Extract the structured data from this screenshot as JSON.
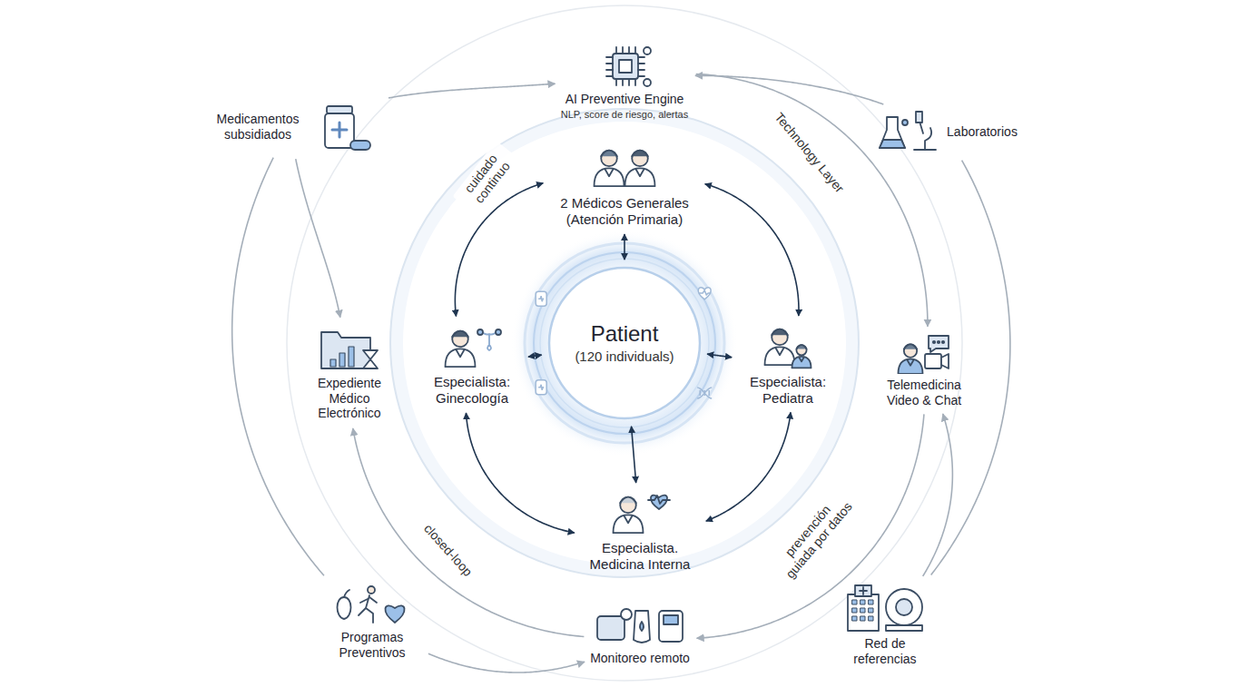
{
  "diagram": {
    "nodes": [
      {
        "text": [
          "Patient",
          "(120 individuals)"
        ]
      },
      {
        "text": [
          "2 Médicos Generales (Atención Primaria)"
        ]
      },
      {
        "text": [
          "Especialista: Ginecología"
        ]
      },
      {
        "text": [
          "Especialista: Pediatra"
        ]
      },
      {
        "text": [
          "Especialista. Medicina Interna"
        ]
      },
      {
        "text": [
          "AI Preventive Engine",
          "NLP, score de riesgo, alertas"
        ]
      },
      {
        "text": [
          "Laboratorios"
        ]
      },
      {
        "text": [
          "Telemedicina Video & Chat"
        ]
      },
      {
        "text": [
          "Red de referencias"
        ]
      },
      {
        "text": [
          "Monitoreo remoto"
        ]
      },
      {
        "text": [
          "Programas Preventivos"
        ]
      },
      {
        "text": [
          "Expediente Médico Electrónico"
        ]
      },
      {
        "text": [
          "Medicamentos subsidiados"
        ]
      }
    ],
    "edges": [
      {
        "from": 0,
        "to": 1,
        "arrow": "both"
      },
      {
        "from": 0,
        "to": 2,
        "arrow": "both"
      },
      {
        "from": 0,
        "to": 3,
        "arrow": "both"
      },
      {
        "from": 0,
        "to": 4,
        "arrow": "both"
      },
      {
        "from": 1,
        "to": 2,
        "arrow": "both"
      },
      {
        "from": 1,
        "to": 3,
        "arrow": "both"
      },
      {
        "from": 2,
        "to": 4,
        "arrow": "both"
      },
      {
        "from": 3,
        "to": 4,
        "arrow": "both"
      },
      {
        "from": 12,
        "to": 5,
        "arrow": "to"
      },
      {
        "from": 6,
        "to": 5,
        "arrow": "to"
      },
      {
        "from": 5,
        "to": 7,
        "arrow": "to"
      },
      {
        "from": 12,
        "to": 11,
        "arrow": "to"
      },
      {
        "from": 8,
        "to": 7,
        "arrow": "to"
      },
      {
        "from": 7,
        "to": 9,
        "arrow": "to"
      },
      {
        "from": 9,
        "to": 11,
        "arrow": "to"
      },
      {
        "from": 10,
        "to": 9,
        "arrow": "to"
      },
      {
        "from": 6,
        "to": 8,
        "arrow": "none"
      },
      {
        "from": 10,
        "to": 12,
        "arrow": "none"
      }
    ],
    "labels": [
      "cuidado continuo",
      "Technology Layer",
      "closed-loop",
      "prevención guiada por datos"
    ]
  }
}
